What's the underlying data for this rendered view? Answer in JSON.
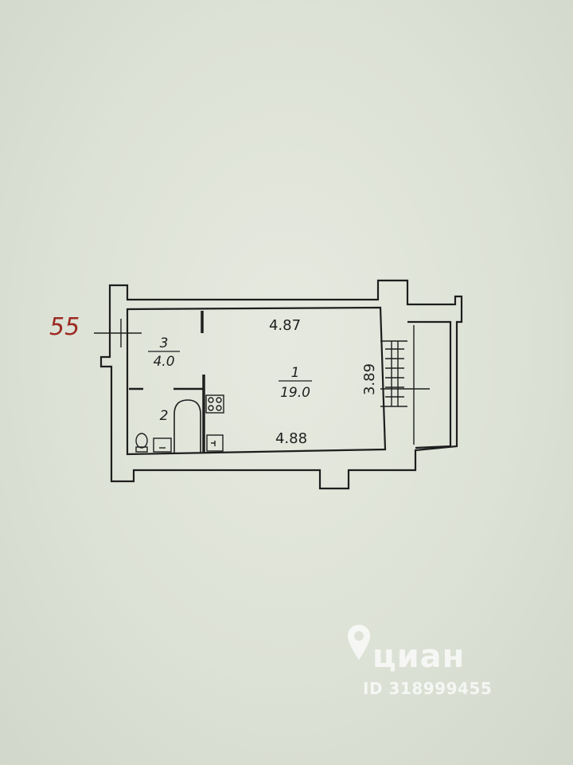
{
  "floor_plan": {
    "apartment_number": "55",
    "rooms": [
      {
        "number": "1",
        "area": "19.0"
      },
      {
        "number": "2"
      },
      {
        "number": "3",
        "area": "4.0"
      }
    ],
    "dimensions": {
      "top_length": "4.87",
      "bottom_length": "4.88",
      "right_height": "3.89"
    }
  },
  "watermark": {
    "brand": "циан",
    "listing_id": "ID 318999455",
    "icon": "map-pin-icon"
  },
  "colors": {
    "background": "#dfe3d8",
    "line": "#1e1e1e",
    "apartment_number": "#9c2a22",
    "watermark": "#ffffff"
  }
}
